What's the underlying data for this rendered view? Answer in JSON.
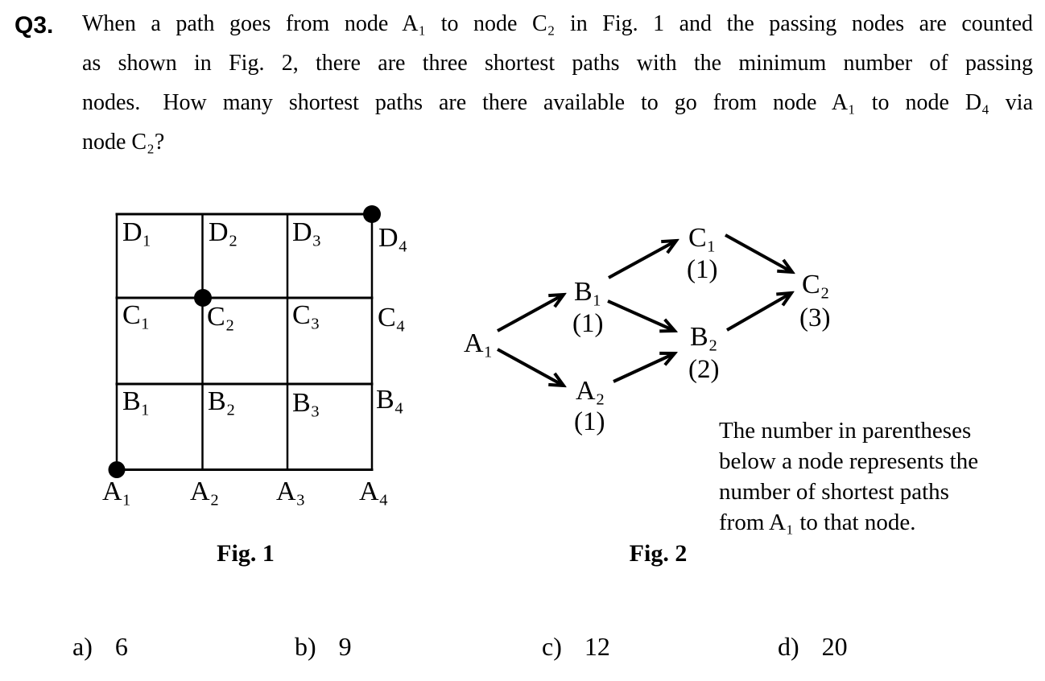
{
  "page": {
    "paper_color": "#ffffff",
    "ink_color": "#000000"
  },
  "question": {
    "number": "Q3.",
    "lines": [
      "When a path goes from node A₁ to node C₂ in Fig. 1 and the passing nodes are counted",
      "as shown in Fig. 2, there are three shortest paths with the minimum number of passing",
      "nodes. How many shortest paths are there available to go from node A₁ to node D₄ via",
      "node C₂?"
    ]
  },
  "fig1": {
    "caption": "Fig. 1",
    "node_labels": [
      "D₁",
      "D₂",
      "D₃",
      "D₄",
      "C₁",
      "C₂",
      "C₃",
      "C₄",
      "B₁",
      "B₂",
      "B₃",
      "B₄",
      "A₁",
      "A₂",
      "A₃",
      "A₄"
    ],
    "marked_nodes": [
      "A₁",
      "C₂",
      "D₄"
    ]
  },
  "fig2": {
    "caption": "Fig. 2",
    "nodes": [
      {
        "label": "A₁"
      },
      {
        "label": "B₁",
        "count": "(1)"
      },
      {
        "label": "A₂",
        "count": "(1)"
      },
      {
        "label": "C₁",
        "count": "(1)"
      },
      {
        "label": "B₂",
        "count": "(2)"
      },
      {
        "label": "C₂",
        "count": "(3)"
      }
    ],
    "edges": [
      "A₁→B₁",
      "A₁→A₂",
      "B₁→C₁",
      "B₁→B₂",
      "A₂→B₂",
      "C₁→C₂",
      "B₂→C₂"
    ],
    "note_lines": [
      "The number in parentheses",
      "below a node represents the",
      "number of shortest paths",
      "from A₁ to that node."
    ]
  },
  "options": [
    {
      "letter": "a)",
      "value": "6"
    },
    {
      "letter": "b)",
      "value": "9"
    },
    {
      "letter": "c)",
      "value": "12"
    },
    {
      "letter": "d)",
      "value": "20"
    }
  ]
}
